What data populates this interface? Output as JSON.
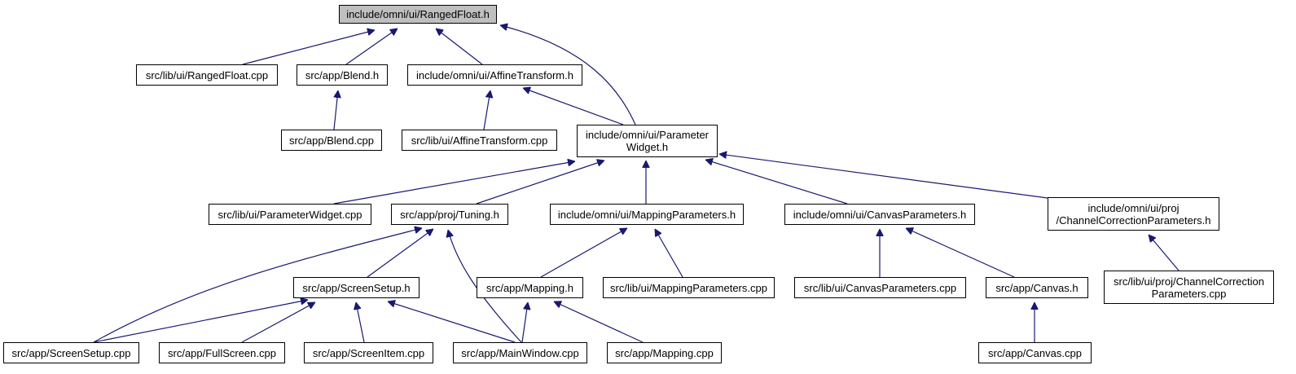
{
  "graph": {
    "edge_color": "#191970",
    "root_fill": "#bfbfbf",
    "nodes": {
      "root": "include/omni/ui/RangedFloat.h",
      "rangedfloat_cpp": "src/lib/ui/RangedFloat.cpp",
      "blend_h": "src/app/Blend.h",
      "affine_h": "include/omni/ui/AffineTransform.h",
      "blend_cpp": "src/app/Blend.cpp",
      "affine_cpp": "src/lib/ui/AffineTransform.cpp",
      "paramwidget_h": "include/omni/ui/Parameter\nWidget.h",
      "paramwidget_cpp": "src/lib/ui/ParameterWidget.cpp",
      "tuning_h": "src/app/proj/Tuning.h",
      "mappingparams_h": "include/omni/ui/MappingParameters.h",
      "canvasparams_h": "include/omni/ui/CanvasParameters.h",
      "channelcorr_h": "include/omni/ui/proj\n/ChannelCorrectionParameters.h",
      "screensetup_h": "src/app/ScreenSetup.h",
      "mapping_h": "src/app/Mapping.h",
      "mappingparams_cpp": "src/lib/ui/MappingParameters.cpp",
      "canvasparams_cpp": "src/lib/ui/CanvasParameters.cpp",
      "canvas_h": "src/app/Canvas.h",
      "channelcorr_cpp": "src/lib/ui/proj/ChannelCorrection\nParameters.cpp",
      "screensetup_cpp": "src/app/ScreenSetup.cpp",
      "fullscreen_cpp": "src/app/FullScreen.cpp",
      "screenitem_cpp": "src/app/ScreenItem.cpp",
      "mainwindow_cpp": "src/app/MainWindow.cpp",
      "mapping_cpp": "src/app/Mapping.cpp",
      "canvas_cpp": "src/app/Canvas.cpp"
    }
  }
}
